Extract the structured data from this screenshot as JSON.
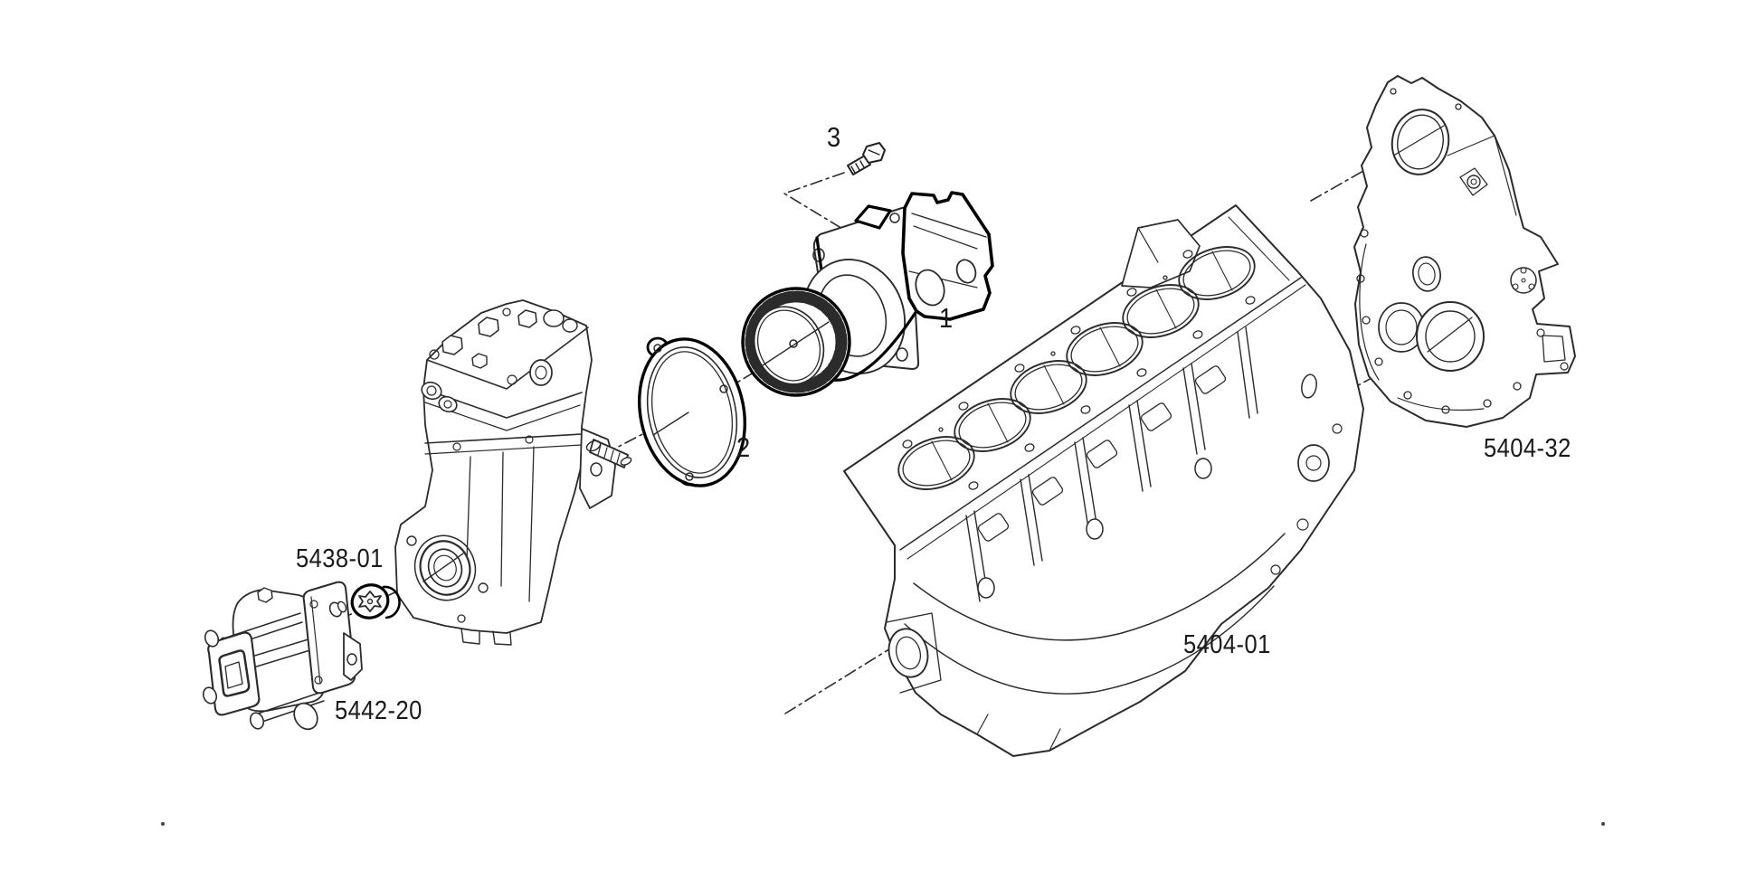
{
  "figure": {
    "background": "#ffffff",
    "line_color": "#2b2b2b",
    "heavy_line_color": "#000000",
    "text_color": "#1a1a1a"
  },
  "callouts": {
    "item_1": "1",
    "item_2": "2",
    "item_3": "3"
  },
  "part_numbers": {
    "air_compressor": "5438-01",
    "power_steering_pump": "5442-20",
    "cylinder_block": "5404-01",
    "timing_gear_case": "5404-32"
  }
}
